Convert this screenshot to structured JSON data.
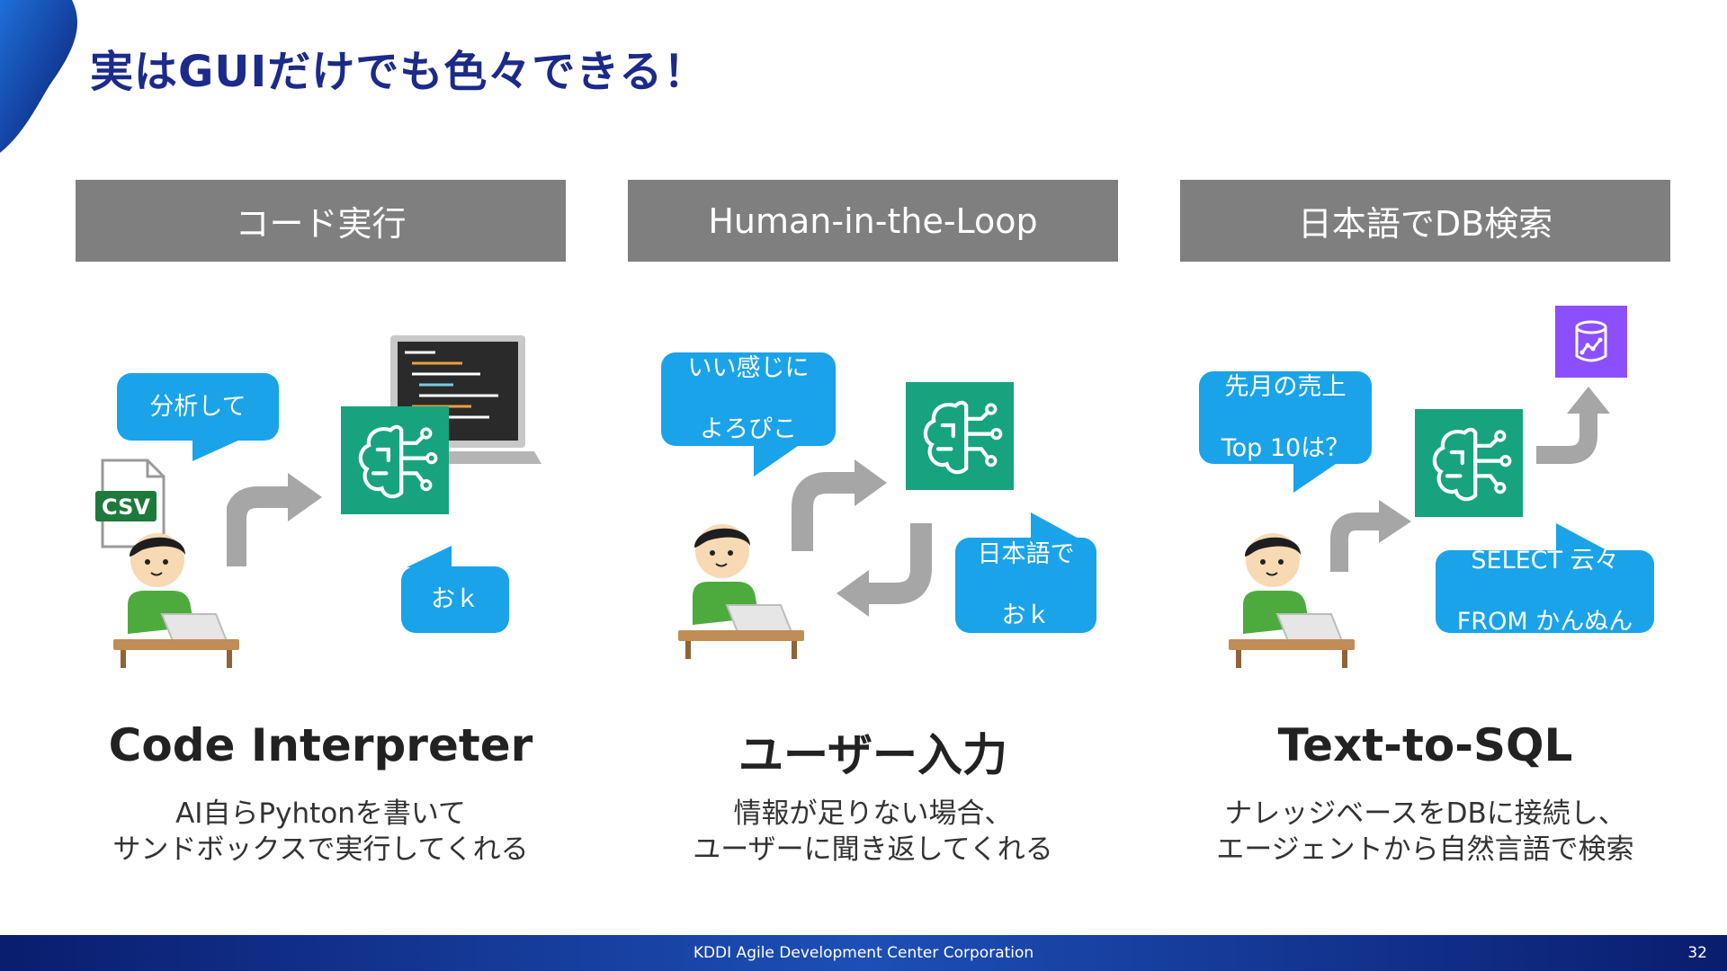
{
  "slide": {
    "title": "実はGUIだけでも色々できる！"
  },
  "columns": [
    {
      "header": "コード実行",
      "bubble_user": "分析して",
      "bubble_ai": "おｋ",
      "file_label": "CSV",
      "title": "Code Interpreter",
      "desc_line1": "AI自らPyhtonを書いて",
      "desc_line2": "サンドボックスで実行してくれる"
    },
    {
      "header": "Human-in-the-Loop",
      "bubble_user_line1": "いい感じに",
      "bubble_user_line2": "よろぴこ",
      "bubble_ai_line1": "日本語で",
      "bubble_ai_line2": "おｋ",
      "title": "ユーザー入力",
      "desc_line1": "情報が足りない場合、",
      "desc_line2": "ユーザーに聞き返してくれる"
    },
    {
      "header": "日本語でDB検索",
      "bubble_user_line1": "先月の売上",
      "bubble_user_line2": "Top 10は？",
      "bubble_ai_line1": "SELECT 云々",
      "bubble_ai_line2": "FROM かんぬん",
      "title": "Text-to-SQL",
      "desc_line1": "ナレッジベースをDBに接続し、",
      "desc_line2": "エージェントから自然言語で検索"
    }
  ],
  "footer": {
    "company": "KDDI Agile Development Center Corporation",
    "page_number": "32"
  },
  "colors": {
    "title": "#1c2a8a",
    "header_bg": "#7f7f7f",
    "bubble": "#1aa3e8",
    "ai_box": "#17a37e",
    "db_icon": "#8c4fff",
    "arrow": "#a6a6a6"
  },
  "icons": [
    "brain-circuit-icon",
    "csv-file-icon",
    "laptop-code-icon",
    "database-icon",
    "person-at-laptop-icon"
  ]
}
